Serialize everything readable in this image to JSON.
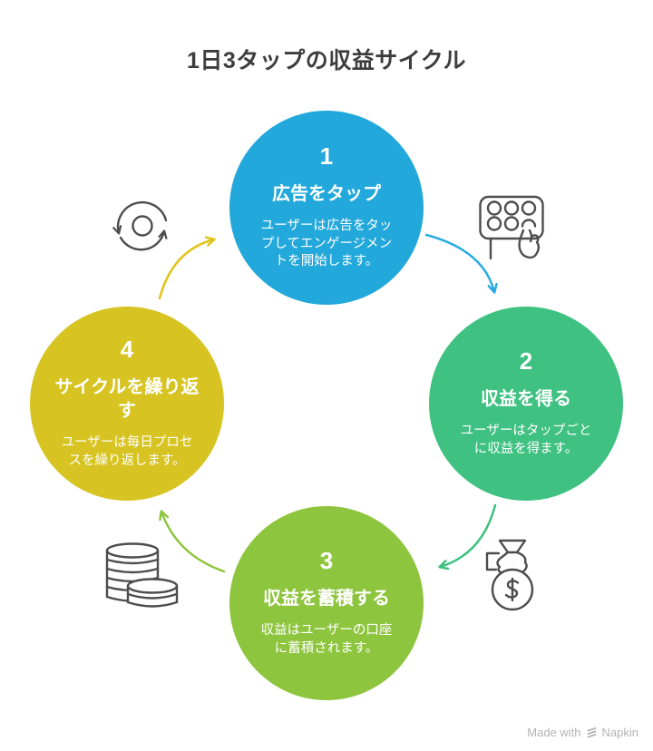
{
  "page": {
    "title": "1日3タップの収益サイクル"
  },
  "steps": [
    {
      "number": "1",
      "title": "広告をタップ",
      "description": "ユーザーは広告をタッ\nプしてエンゲージメン\nトを開始します。",
      "color": "#22a8da",
      "icon": "tap-keypad-icon"
    },
    {
      "number": "2",
      "title": "収益を得る",
      "description": "ユーザーはタップごと\nに収益を得ます。",
      "color": "#3fc181",
      "icon": "money-bag-icon"
    },
    {
      "number": "3",
      "title": "収益を蓄積する",
      "description": "収益はユーザーの口座\nに蓄積されます。",
      "color": "#8ec53e",
      "icon": "coins-icon"
    },
    {
      "number": "4",
      "title": "サイクルを繰り返\nす",
      "description": "ユーザーは毎日プロセ\nスを繰り返します。",
      "color": "#d7c422",
      "icon": "refresh-icon"
    }
  ],
  "arrows": {
    "step1_to_step2_color": "#29abe2",
    "step2_to_step3_color": "#3fc181",
    "step3_to_step4_color": "#8ec53e",
    "step4_to_step1_color": "#e0c417",
    "icon_stroke_color": "#4d4d4d"
  },
  "footer": {
    "made_with": "Made with",
    "brand": "Napkin"
  }
}
